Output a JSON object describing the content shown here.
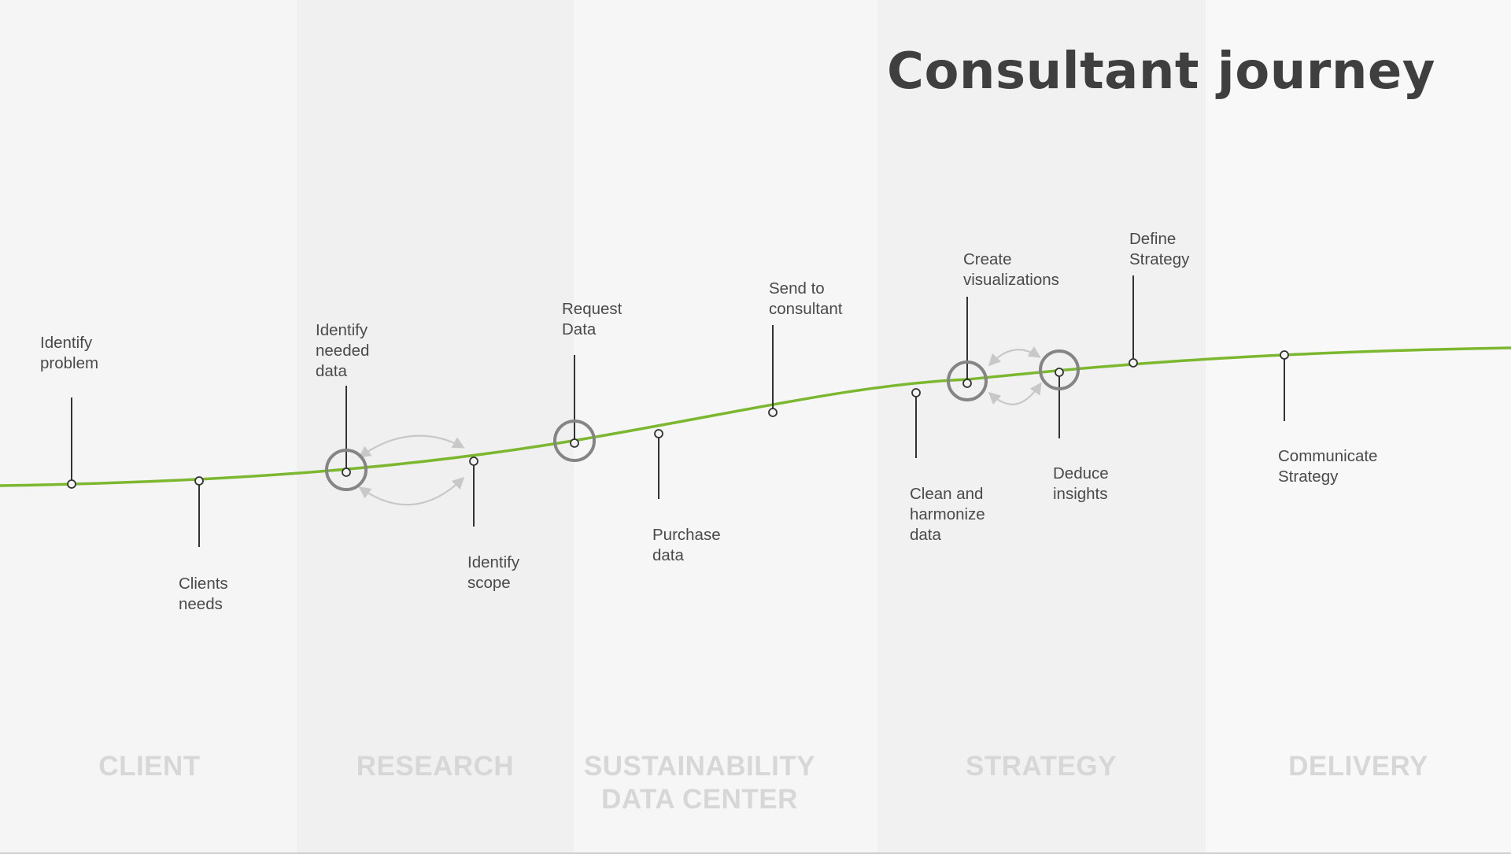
{
  "title": "Consultant journey",
  "colors": {
    "journey_line": "#7cb82f",
    "marker": "#333333",
    "highlight_ring": "#858585",
    "loop_arrow": "#c8c8c8",
    "stage_label": "#d7d7d7"
  },
  "steps": [
    {
      "label": "Identify\nproblem",
      "side": "above",
      "highlighted": false
    },
    {
      "label": "Clients\nneeds",
      "side": "below",
      "highlighted": false
    },
    {
      "label": "Identify\nneeded\ndata",
      "side": "above",
      "highlighted": true
    },
    {
      "label": "Identify\nscope",
      "side": "below",
      "highlighted": false
    },
    {
      "label": "Request\nData",
      "side": "above",
      "highlighted": true
    },
    {
      "label": "Purchase\ndata",
      "side": "below",
      "highlighted": false
    },
    {
      "label": "Send to\nconsultant",
      "side": "above",
      "highlighted": false
    },
    {
      "label": "Clean and\nharmonize\ndata",
      "side": "below",
      "highlighted": false
    },
    {
      "label": "Create\nvisualizations",
      "side": "above",
      "highlighted": true
    },
    {
      "label": "Deduce\ninsights",
      "side": "below",
      "highlighted": true
    },
    {
      "label": "Define\nStrategy",
      "side": "above",
      "highlighted": false
    },
    {
      "label": "Communicate\nStrategy",
      "side": "below",
      "highlighted": false
    }
  ],
  "loops": [
    {
      "between": [
        "Identify needed data",
        "Identify scope"
      ],
      "icon": "bidirectional-arrows-icon"
    },
    {
      "between": [
        "Create visualizations",
        "Deduce insights"
      ],
      "icon": "bidirectional-arrows-icon"
    }
  ],
  "stages": [
    {
      "label": "CLIENT"
    },
    {
      "label": "RESEARCH"
    },
    {
      "label": "SUSTAINABILITY\nDATA CENTER"
    },
    {
      "label": "STRATEGY"
    },
    {
      "label": "DELIVERY"
    }
  ]
}
